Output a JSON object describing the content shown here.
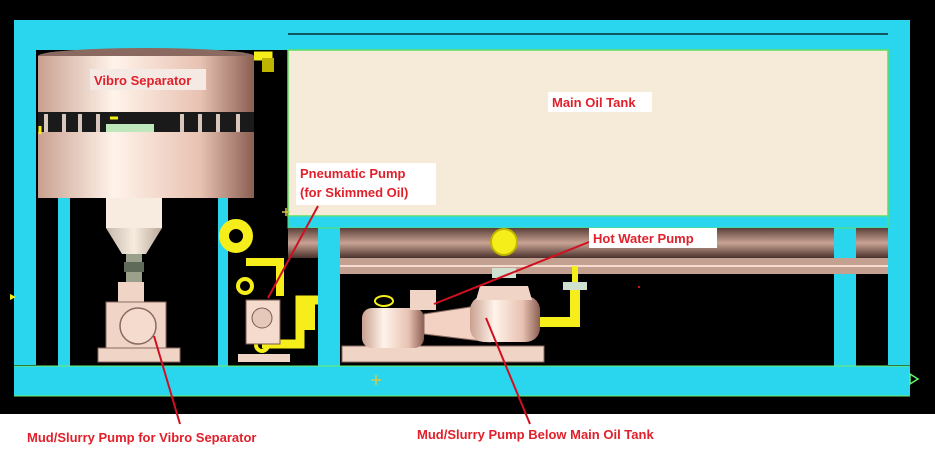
{
  "labels": {
    "vibro_separator": "Vibro Separator",
    "main_oil_tank": "Main Oil Tank",
    "pneumatic_pump_line1": "Pneumatic Pump",
    "pneumatic_pump_line2": "(for Skimmed Oil)",
    "hot_water_pump": "Hot Water Pump",
    "mud_pump_vibro": "Mud/Slurry Pump for Vibro Separator",
    "mud_pump_tank": "Mud/Slurry Pump Below Main Oil Tank"
  },
  "colors": {
    "background": "#000000",
    "frame": "#2ad6ee",
    "pipe": "#f6ee1a",
    "tank": "#f6ead8",
    "equipment": "#e9c2b4",
    "label_text": "#e0202a",
    "leader_line": "#d01020"
  }
}
